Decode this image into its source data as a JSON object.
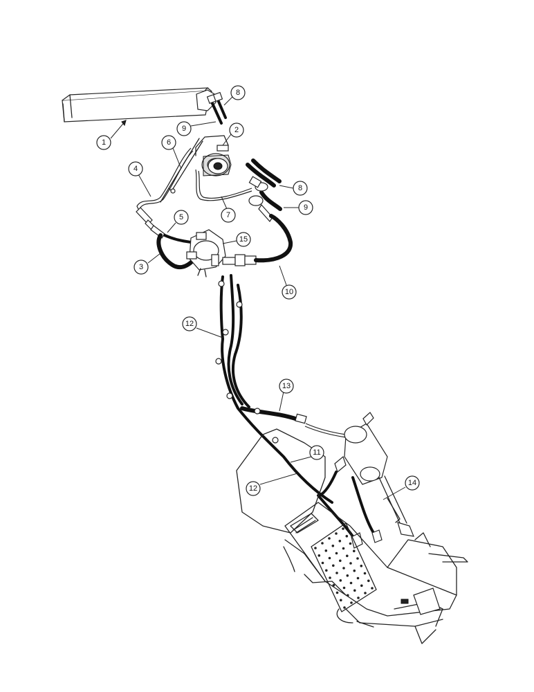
{
  "callouts": [
    {
      "id": "c1",
      "label": "1"
    },
    {
      "id": "c2",
      "label": "2"
    },
    {
      "id": "c3",
      "label": "3"
    },
    {
      "id": "c4",
      "label": "4"
    },
    {
      "id": "c5",
      "label": "5"
    },
    {
      "id": "c6",
      "label": "6"
    },
    {
      "id": "c7",
      "label": "7"
    },
    {
      "id": "c8a",
      "label": "8"
    },
    {
      "id": "c8b",
      "label": "8"
    },
    {
      "id": "c9a",
      "label": "9"
    },
    {
      "id": "c9b",
      "label": "9"
    },
    {
      "id": "c10",
      "label": "10"
    },
    {
      "id": "c11",
      "label": "11"
    },
    {
      "id": "c12a",
      "label": "12"
    },
    {
      "id": "c12b",
      "label": "12"
    },
    {
      "id": "c13",
      "label": "13"
    },
    {
      "id": "c14",
      "label": "14"
    },
    {
      "id": "c15",
      "label": "15"
    }
  ],
  "colors": {
    "line": "#222222",
    "background": "#ffffff",
    "hose": "#111111"
  }
}
